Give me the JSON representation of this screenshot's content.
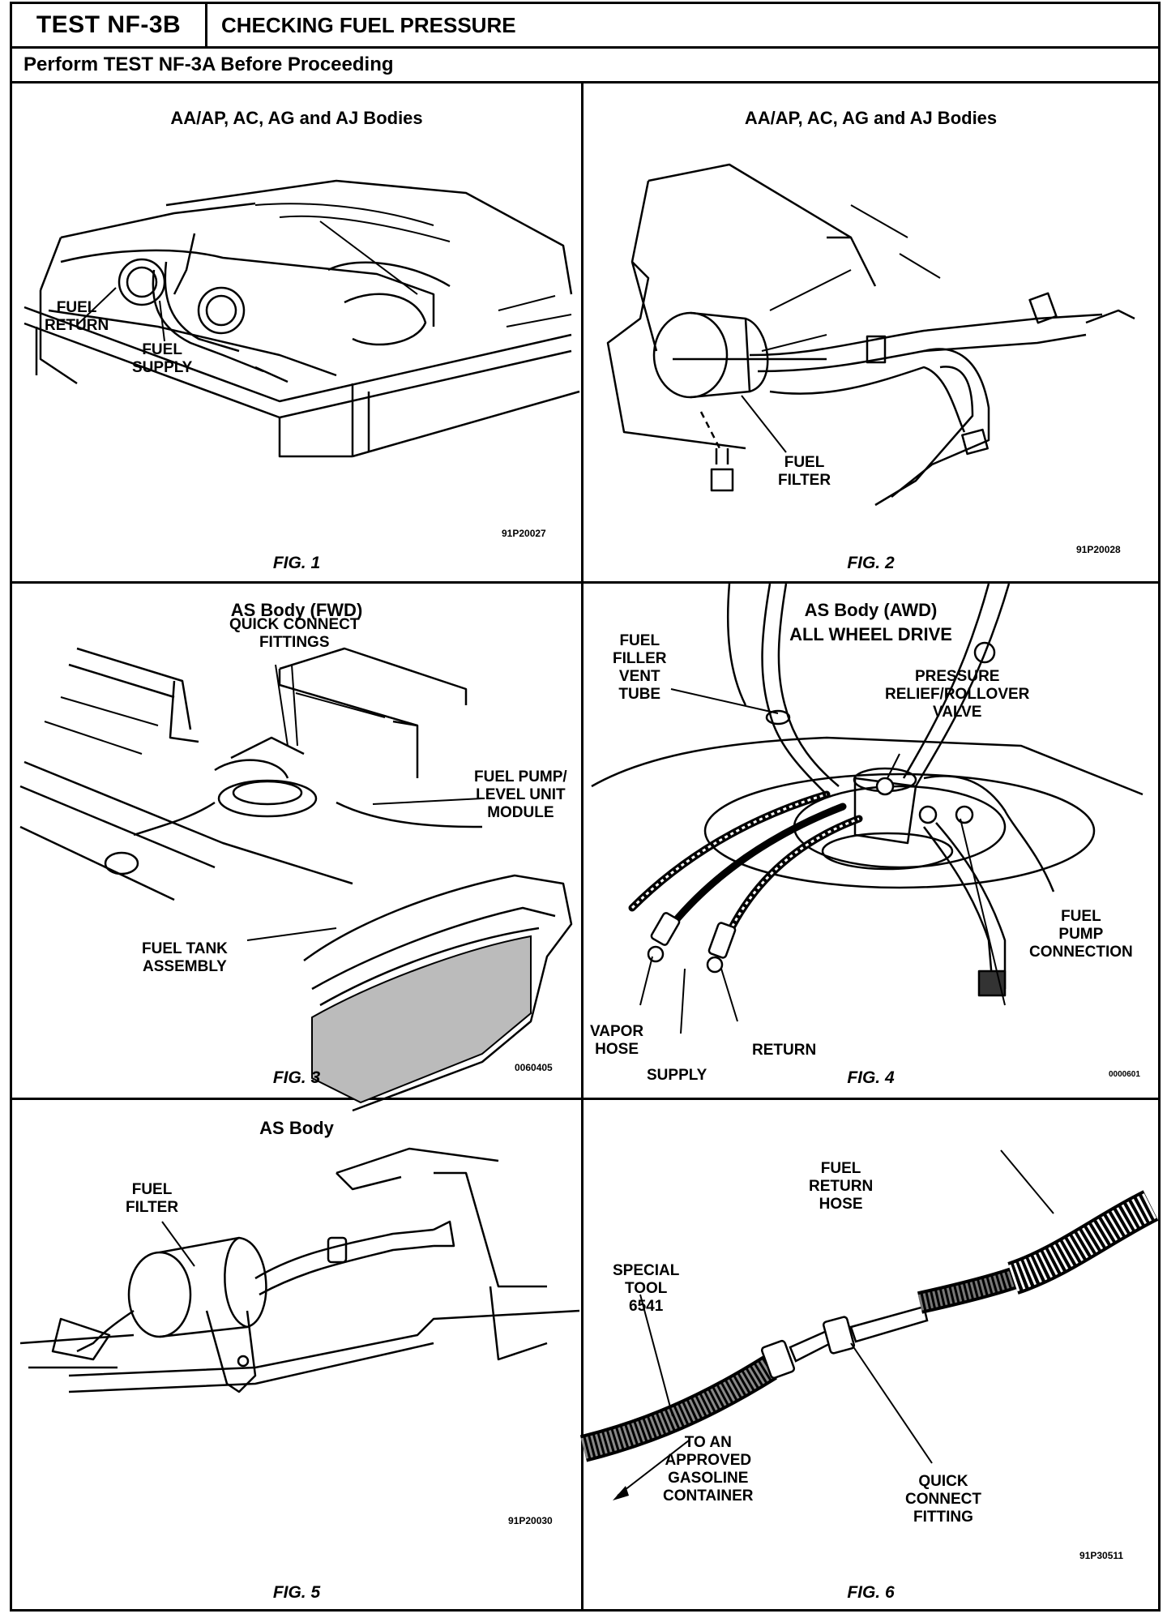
{
  "header": {
    "test_number": "TEST NF-3B",
    "title": "CHECKING FUEL PRESSURE",
    "prerequisite": "Perform TEST NF-3A  Before Proceeding"
  },
  "panels": [
    {
      "title": "AA/AP, AC, AG and AJ Bodies",
      "figure": "FIG. 1",
      "code": "91P20027",
      "labels": {
        "fuel_return": [
          "FUEL",
          "RETURN"
        ],
        "fuel_supply": [
          "FUEL",
          "SUPPLY"
        ]
      }
    },
    {
      "title": "AA/AP, AC, AG and  AJ Bodies",
      "figure": "FIG. 2",
      "code": "91P20028",
      "labels": {
        "fuel_filter": [
          "FUEL",
          "FILTER"
        ]
      }
    },
    {
      "title": "AS Body (FWD)",
      "figure": "FIG. 3",
      "code": "0060405",
      "labels": {
        "quick_connect": [
          "QUICK CONNECT",
          "FITTINGS"
        ],
        "pump_module": [
          "FUEL PUMP/",
          "LEVEL UNIT",
          "MODULE"
        ],
        "tank_assembly": [
          "FUEL TANK",
          "ASSEMBLY"
        ]
      }
    },
    {
      "title": "AS Body (AWD)",
      "subtitle": "ALL WHEEL DRIVE",
      "figure": "FIG. 4",
      "code": "0000601",
      "labels": {
        "vent_tube": [
          "FUEL",
          "FILLER",
          "VENT",
          "TUBE"
        ],
        "relief_valve": [
          "PRESSURE",
          "RELIEF/ROLLOVER",
          "VALVE"
        ],
        "pump_connection": [
          "FUEL",
          "PUMP",
          "CONNECTION"
        ],
        "vapor_hose": [
          "VAPOR",
          "HOSE"
        ],
        "supply": "SUPPLY",
        "return": "RETURN"
      }
    },
    {
      "title": "AS Body",
      "figure": "FIG. 5",
      "code": "91P20030",
      "labels": {
        "fuel_filter": [
          "FUEL",
          "FILTER"
        ]
      }
    },
    {
      "title": "",
      "figure": "FIG. 6",
      "code": "91P30511",
      "labels": {
        "return_hose": [
          "FUEL",
          "RETURN",
          "HOSE"
        ],
        "special_tool": [
          "SPECIAL",
          "TOOL",
          "6541"
        ],
        "container": [
          "TO AN",
          "APPROVED",
          "GASOLINE",
          "CONTAINER"
        ],
        "quick_connect": [
          "QUICK",
          "CONNECT",
          "FITTING"
        ]
      }
    }
  ]
}
